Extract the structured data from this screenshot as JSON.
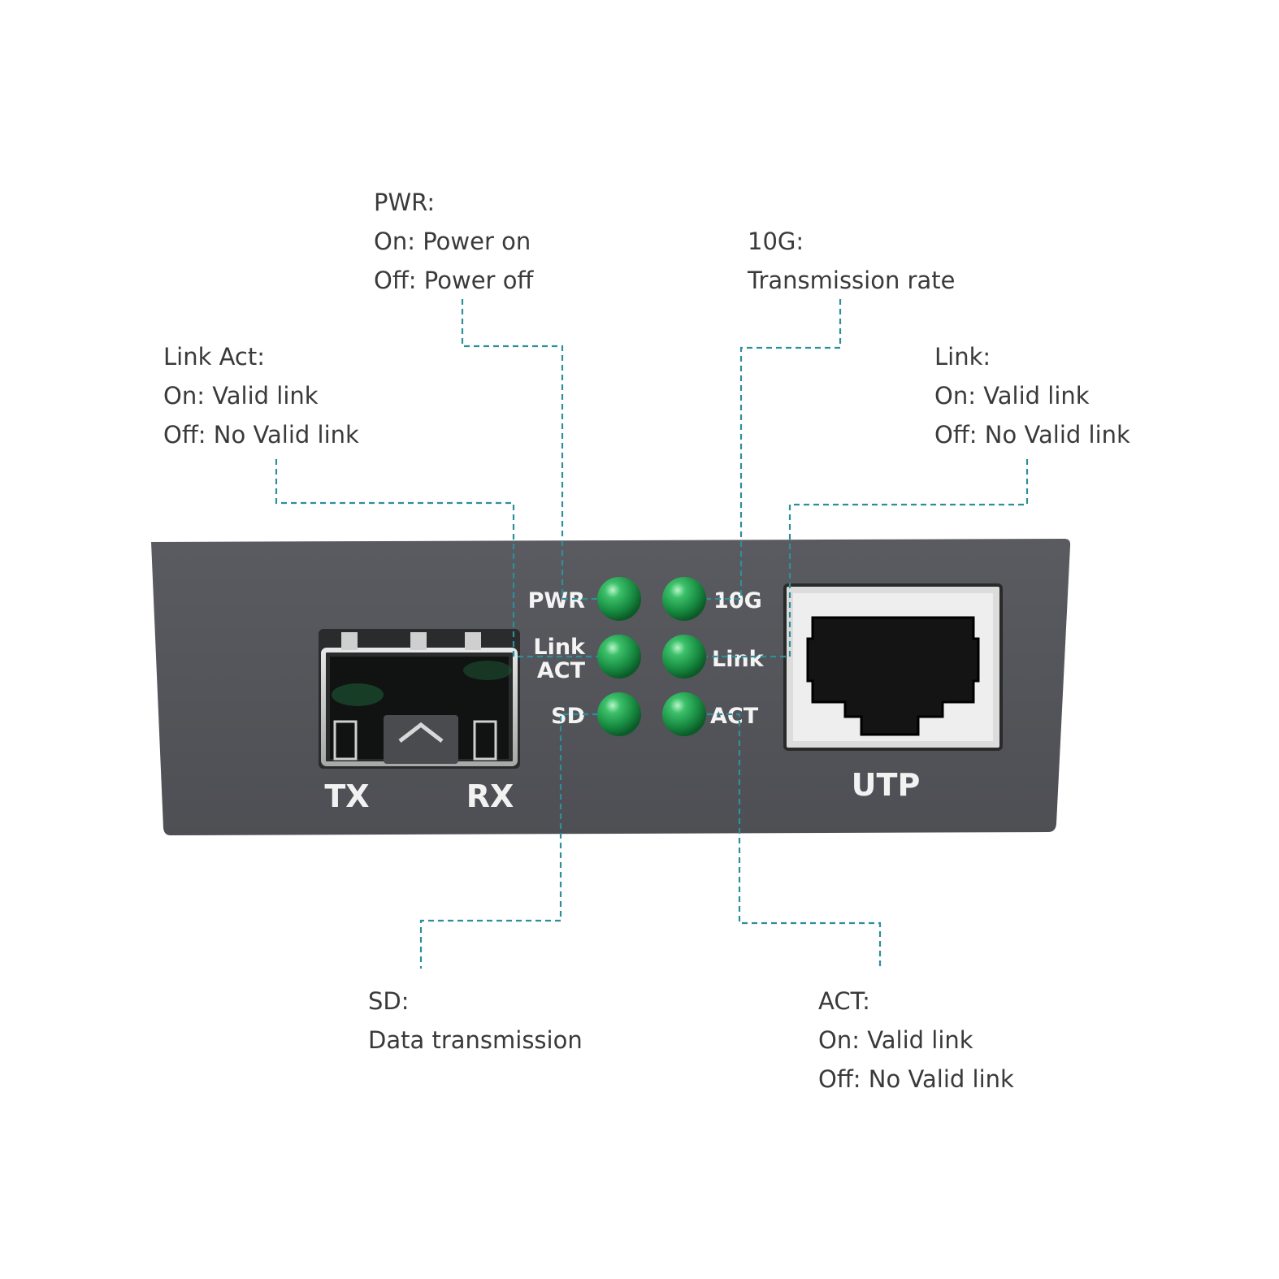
{
  "colors": {
    "panel": "#55565b",
    "led": "#1f9a4e",
    "leader": "#2e8e9a",
    "text": "#3a3a3a"
  },
  "callouts": {
    "pwr": [
      "PWR:",
      "On: Power on",
      "Off: Power off"
    ],
    "rate": [
      "10G:",
      "Transmission rate"
    ],
    "link_act": [
      "Link Act:",
      "On: Valid link",
      "Off: No Valid link"
    ],
    "link": [
      "Link:",
      "On: Valid link",
      "Off: No Valid link"
    ],
    "sd": [
      "SD:",
      "Data transmission"
    ],
    "act": [
      "ACT:",
      "On: Valid link",
      "Off: No Valid link"
    ]
  },
  "panel": {
    "led_labels": {
      "pwr": "PWR",
      "rate": "10G",
      "link_act_1": "Link",
      "link_act_2": "ACT",
      "link": "Link",
      "sd": "SD",
      "act": "ACT"
    },
    "sfp_tx": "TX",
    "sfp_rx": "RX",
    "rj45": "UTP"
  }
}
